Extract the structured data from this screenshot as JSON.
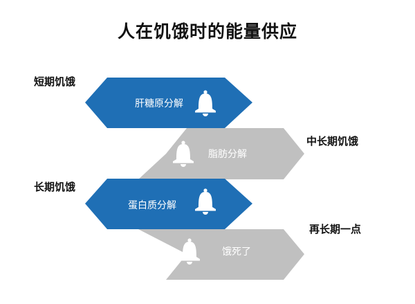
{
  "title": "人在饥饿时的能量供应",
  "colors": {
    "blue": "#1F6FB5",
    "gray": "#C0C0C0",
    "icon": "#ffffff",
    "label": "#111111"
  },
  "stages": [
    {
      "label": "短期饥饿",
      "process": "肝糖原分解",
      "color": "blue",
      "icon": "bell-icon"
    },
    {
      "label": "中长期饥饿",
      "process": "脂肪分解",
      "color": "gray",
      "icon": "bell-icon"
    },
    {
      "label": "长期饥饿",
      "process": "蛋白质分解",
      "color": "blue",
      "icon": "bell-icon"
    },
    {
      "label": "再长期一点",
      "process": "饿死了",
      "color": "gray",
      "icon": "bell-icon"
    }
  ]
}
